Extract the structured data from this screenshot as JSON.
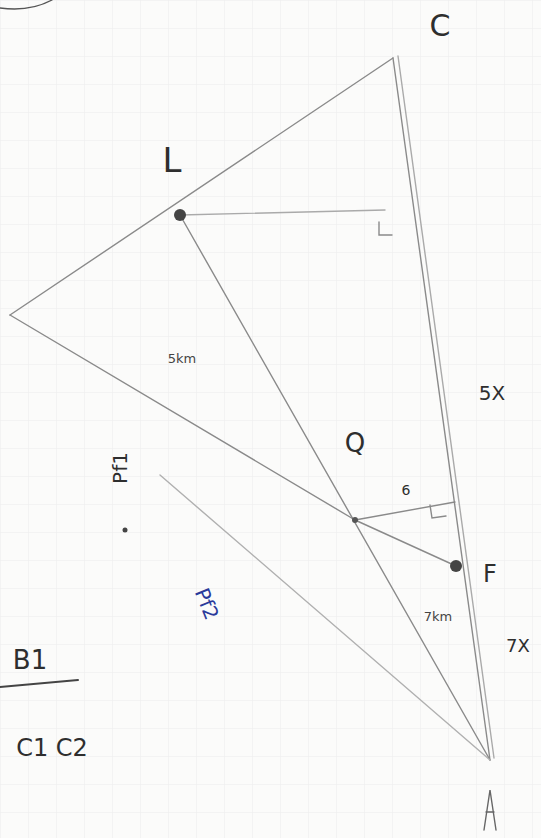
{
  "diagram": {
    "labels": [
      "C",
      "L",
      "5km",
      "Q",
      "5X",
      "6",
      "F",
      "7km",
      "7X",
      "Pf1",
      "Pf2",
      "B1",
      "C1 C2"
    ]
  }
}
